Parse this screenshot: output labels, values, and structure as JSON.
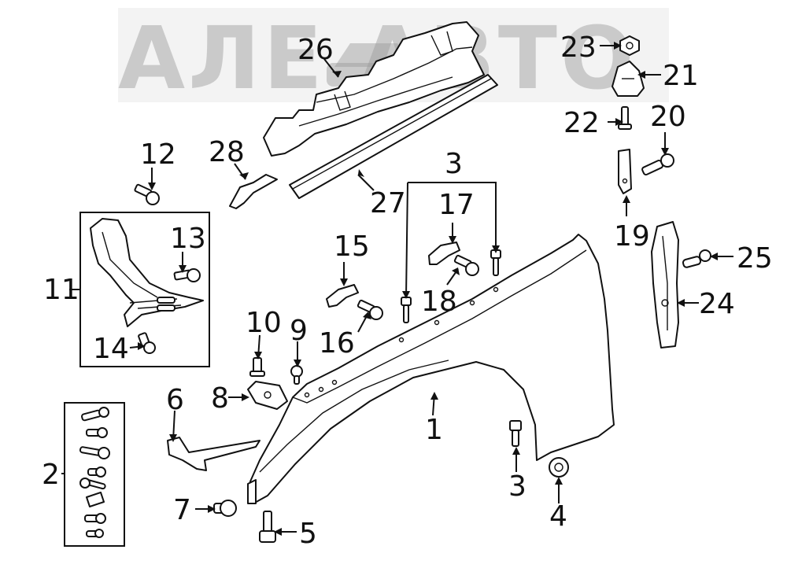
{
  "watermark": {
    "text": "АЛЕ АВТО",
    "logo_icon": "car-icon"
  },
  "callouts": {
    "p1": "1",
    "p2": "2",
    "p3a": "3",
    "p3b": "3",
    "p4": "4",
    "p5": "5",
    "p6": "6",
    "p7": "7",
    "p8": "8",
    "p9": "9",
    "p10": "10",
    "p11": "11",
    "p12": "12",
    "p13": "13",
    "p14": "14",
    "p15": "15",
    "p16": "16",
    "p17": "17",
    "p18": "18",
    "p19": "19",
    "p20": "20",
    "p21": "21",
    "p22": "22",
    "p23": "23",
    "p24": "24",
    "p25": "25",
    "p26": "26",
    "p27": "27",
    "p28": "28"
  },
  "colors": {
    "line": "#111111",
    "background": "#ffffff",
    "watermark": "#9a9a9a"
  }
}
